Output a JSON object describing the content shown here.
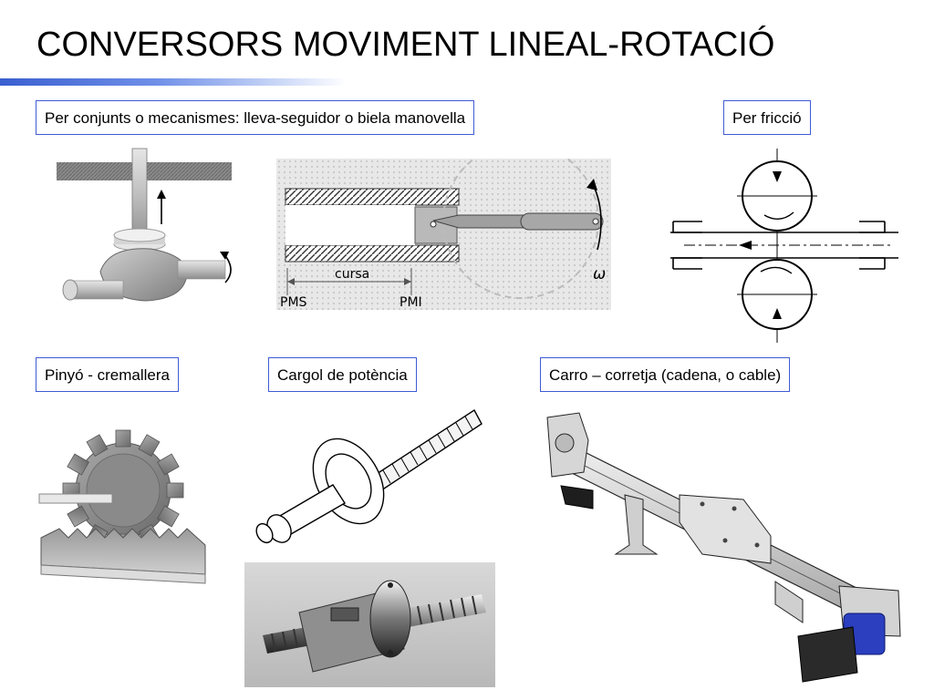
{
  "slide": {
    "title": "CONVERSORS MOVIMENT LINEAL-ROTACIÓ"
  },
  "labels": {
    "mechanisms": "Per conjunts o mecanismes: lleva-seguidor o biela manovella",
    "friction": "Per fricció",
    "rack_pinion": "Pinyó - cremallera",
    "power_screw": "Cargol de potència",
    "belt_carriage": "Carro – corretja (cadena, o cable)"
  },
  "crank_diagram": {
    "stroke_label": "cursa",
    "tdc_label": "PMS",
    "bdc_label": "PMI",
    "omega_label": "ω"
  },
  "colors": {
    "accent": "#3f5bd4",
    "hatch": "#555555",
    "metal": "#b5b5b5"
  }
}
